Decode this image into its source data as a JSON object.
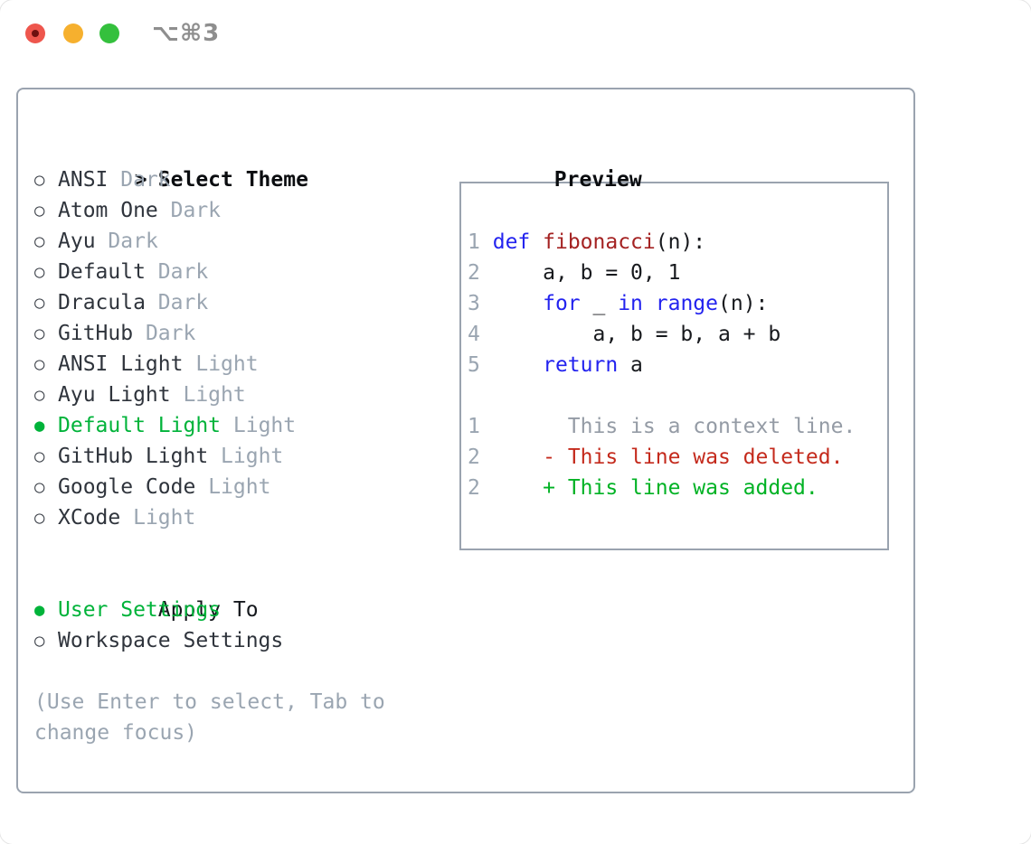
{
  "titlebar": {
    "shortcut": "⌥⌘3",
    "buttons": [
      {
        "name": "close",
        "color": "#ee564d",
        "inner_dot": "#6d100f"
      },
      {
        "name": "minimize",
        "color": "#f6b02e"
      },
      {
        "name": "zoom",
        "color": "#34c03d"
      }
    ]
  },
  "theme_panel": {
    "prompt": ">",
    "header": "Select Theme",
    "bullet_unselected": "○",
    "bullet_selected": "●",
    "items": [
      {
        "name": "ANSI",
        "variant": "Dark",
        "selected": false
      },
      {
        "name": "Atom One",
        "variant": "Dark",
        "selected": false
      },
      {
        "name": "Ayu",
        "variant": "Dark",
        "selected": false
      },
      {
        "name": "Default",
        "variant": "Dark",
        "selected": false
      },
      {
        "name": "Dracula",
        "variant": "Dark",
        "selected": false
      },
      {
        "name": "GitHub",
        "variant": "Dark",
        "selected": false
      },
      {
        "name": "ANSI Light",
        "variant": "Light",
        "selected": false
      },
      {
        "name": "Ayu Light",
        "variant": "Light",
        "selected": false
      },
      {
        "name": "Default Light",
        "variant": "Light",
        "selected": true
      },
      {
        "name": "GitHub Light",
        "variant": "Light",
        "selected": false
      },
      {
        "name": "Google Code",
        "variant": "Light",
        "selected": false
      },
      {
        "name": "XCode",
        "variant": "Light",
        "selected": false
      }
    ]
  },
  "apply_to": {
    "header": "Apply To",
    "options": [
      {
        "label": "User Settings",
        "selected": true
      },
      {
        "label": "Workspace Settings",
        "selected": false
      }
    ]
  },
  "hint": {
    "lines": [
      "(Use Enter to select, Tab to",
      "change focus)"
    ]
  },
  "preview": {
    "header": "Preview",
    "code_lines": [
      {
        "num": "1",
        "tokens": [
          {
            "text": "def",
            "style": "keyword"
          },
          {
            "text": " ",
            "style": "plain"
          },
          {
            "text": "fibonacci",
            "style": "function"
          },
          {
            "text": "(n):",
            "style": "plain"
          }
        ]
      },
      {
        "num": "2",
        "tokens": [
          {
            "text": "    a, b = 0, 1",
            "style": "plain"
          }
        ]
      },
      {
        "num": "3",
        "tokens": [
          {
            "text": "    ",
            "style": "plain"
          },
          {
            "text": "for",
            "style": "keyword"
          },
          {
            "text": " _ ",
            "style": "plain"
          },
          {
            "text": "in",
            "style": "keyword"
          },
          {
            "text": " ",
            "style": "plain"
          },
          {
            "text": "range",
            "style": "keyword"
          },
          {
            "text": "(n):",
            "style": "plain"
          }
        ]
      },
      {
        "num": "4",
        "tokens": [
          {
            "text": "        a, b = b, a + b",
            "style": "plain"
          }
        ]
      },
      {
        "num": "5",
        "tokens": [
          {
            "text": "    ",
            "style": "plain"
          },
          {
            "text": "return",
            "style": "keyword"
          },
          {
            "text": " a",
            "style": "plain"
          }
        ]
      }
    ],
    "diff_lines": [
      {
        "num": "1",
        "prefix": "      ",
        "sign": "",
        "text": "This is a context line.",
        "kind": "context"
      },
      {
        "num": "2",
        "prefix": "    ",
        "sign": "- ",
        "text": "This line was deleted.",
        "kind": "deleted"
      },
      {
        "num": "2",
        "prefix": "    ",
        "sign": "+ ",
        "text": "This line was added.",
        "kind": "added"
      }
    ]
  },
  "colors": {
    "panel_border": "#9aa3af",
    "selected_green": "#00b33a",
    "keyword_blue": "#2323ef",
    "function_red": "#a42222",
    "deleted_red": "#c42a1c",
    "added_green": "#00b224",
    "muted_gray": "#9aa5b1",
    "text_dark": "#2f343c"
  }
}
